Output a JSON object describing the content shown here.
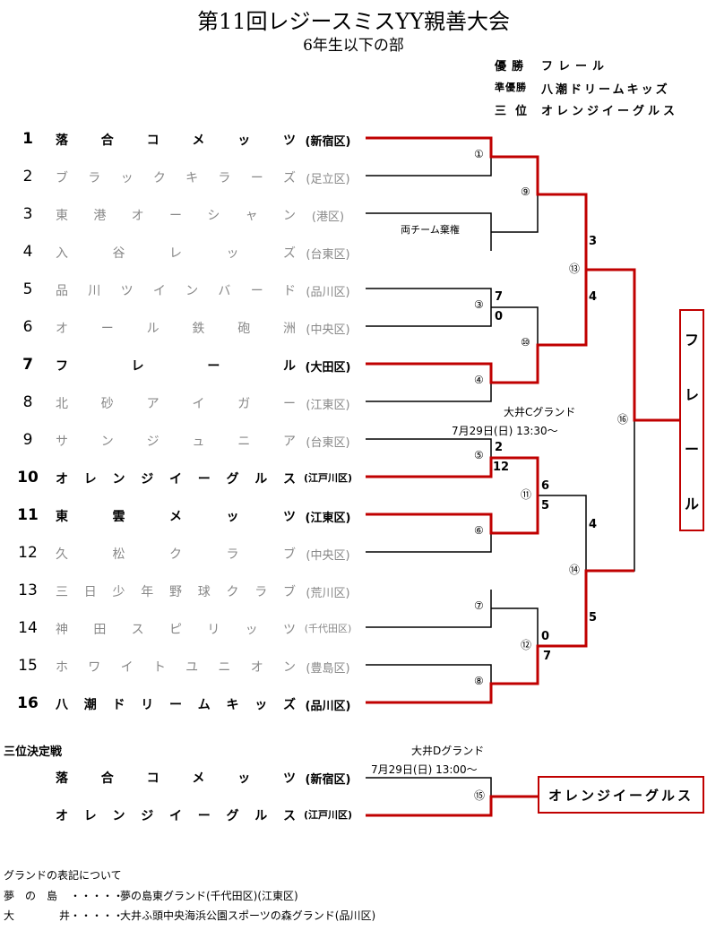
{
  "header": {
    "title": "第11回レジースミスYY親善大会",
    "subtitle": "6年生以下の部"
  },
  "results": [
    {
      "label": "優勝",
      "team": "フレール"
    },
    {
      "label": "準優勝",
      "team": "八潮ドリームキッズ"
    },
    {
      "label": "三位",
      "team": "オレンジイーグルス"
    }
  ],
  "teams": [
    {
      "num": "1",
      "name": "落合コメッツ",
      "ward": "(新宿区)",
      "win": true
    },
    {
      "num": "2",
      "name": "ブラックキラーズ",
      "ward": "(足立区)",
      "win": false
    },
    {
      "num": "3",
      "name": "東港オーシャン",
      "ward": "(港区)",
      "win": false
    },
    {
      "num": "4",
      "name": "入谷レッズ",
      "ward": "(台東区)",
      "win": false
    },
    {
      "num": "5",
      "name": "品川ツインバード",
      "ward": "(品川区)",
      "win": false
    },
    {
      "num": "6",
      "name": "オール鉄砲洲",
      "ward": "(中央区)",
      "win": false
    },
    {
      "num": "7",
      "name": "フレール",
      "ward": "(大田区)",
      "win": true
    },
    {
      "num": "8",
      "name": "北砂アイガー",
      "ward": "(江東区)",
      "win": false
    },
    {
      "num": "9",
      "name": "サンジュニア",
      "ward": "(台東区)",
      "win": false
    },
    {
      "num": "10",
      "name": "オレンジイーグルス",
      "ward": "(江戸川区)",
      "win": true
    },
    {
      "num": "11",
      "name": "東雲メッツ",
      "ward": "(江東区)",
      "win": true
    },
    {
      "num": "12",
      "name": "久松クラブ",
      "ward": "(中央区)",
      "win": false
    },
    {
      "num": "13",
      "name": "三日少年野球クラブ",
      "ward": "(荒川区)",
      "win": false
    },
    {
      "num": "14",
      "name": "神田スピリッツ",
      "ward": "(千代田区)",
      "win": false
    },
    {
      "num": "15",
      "name": "ホワイトユニオン",
      "ward": "(豊島区)",
      "win": false
    },
    {
      "num": "16",
      "name": "八潮ドリームキッズ",
      "ward": "(品川区)",
      "win": true
    }
  ],
  "matches": {
    "m1": "①",
    "m2": "両チーム棄権",
    "m3": "③",
    "m4": "④",
    "m5": "⑤",
    "m6": "⑥",
    "m7": "⑦",
    "m8": "⑧",
    "m9": "⑨",
    "m10": "⑩",
    "m11": "⑪",
    "m12": "⑫",
    "m13": "⑬",
    "m14": "⑭",
    "m15": "⑮",
    "m16": "⑯"
  },
  "scores": {
    "m3_top": "7",
    "m3_bottom": "0",
    "m5_top": "2",
    "m5_bottom": "12",
    "m11_top": "6",
    "m11_bottom": "5",
    "m12_top": "0",
    "m12_bottom": "7",
    "m13_top": "3",
    "m13_bottom": "4",
    "m14_top": "4",
    "m14_bottom": "5"
  },
  "venue_main": {
    "ground": "大井Cグランド",
    "datetime": "7月29日(日) 13:30〜"
  },
  "champion": "フレール",
  "third_place": {
    "heading": "三位決定戦",
    "ground": "大井Dグランド",
    "datetime": "7月29日(日) 13:00〜",
    "team_a": {
      "name": "落合コメッツ",
      "ward": "(新宿区)"
    },
    "team_b": {
      "name": "オレンジイーグルス",
      "ward": "(江戸川区)"
    },
    "winner": "オレンジイーグルス"
  },
  "notes": {
    "heading": "グランドの表記について",
    "items": [
      {
        "key": "夢の島",
        "sep": "・・・・・",
        "value": "夢の島東グランド(千代田区)(江東区)"
      },
      {
        "key": "大井",
        "sep": "・・・・・",
        "value": "大井ふ頭中央海浜公園スポーツの森グランド(品川区)"
      }
    ]
  },
  "colors": {
    "winner_line": "#c00000",
    "loser_line": "#000000",
    "loser_text": "#888888"
  }
}
